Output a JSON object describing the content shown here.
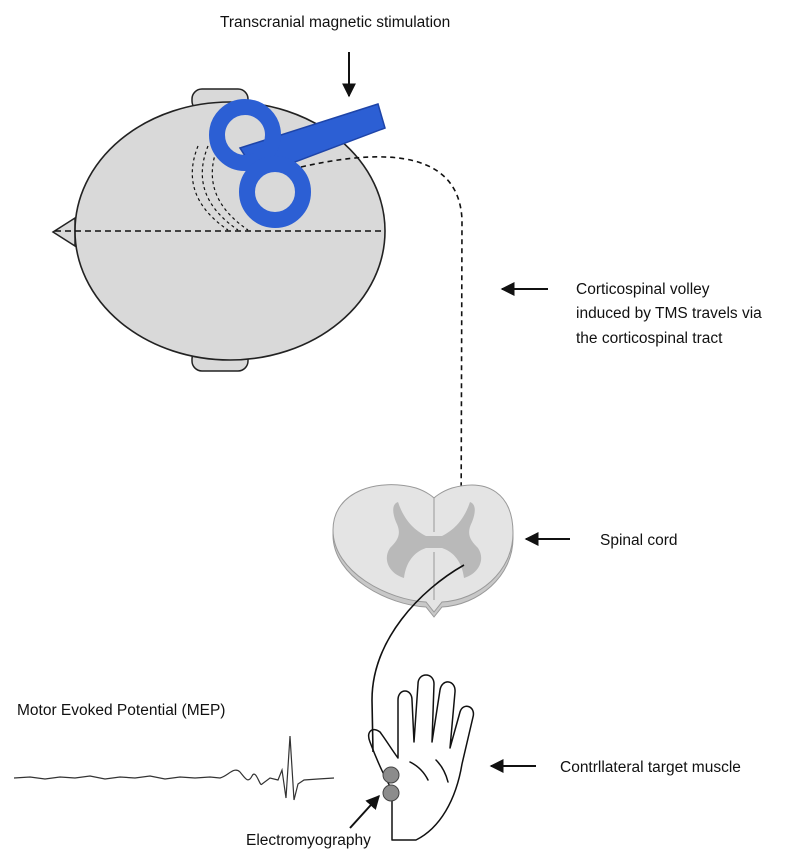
{
  "labels": {
    "tms": "Transcranial magnetic stimulation",
    "volley_line1": "Corticospinal volley",
    "volley_line2": "induced by TMS travels via",
    "volley_line3": "the corticospinal tract",
    "spinal_cord": "Spinal cord",
    "mep": "Motor Evoked Potential (MEP)",
    "target_muscle": "Contrllateral target muscle",
    "emg": "Electromyography"
  },
  "colors": {
    "coil": "#2c5fd4",
    "coil_stroke": "#1e44a8",
    "head_fill": "#d9d9d9",
    "cord_fill": "#e4e4e4",
    "grey_matter": "#b9b9b9",
    "line": "#111111"
  },
  "icons": {
    "tms_coil": "figure-8-coil",
    "head": "head-top-view",
    "spinal_cord": "spinal-cord-cross-section",
    "hand": "hand-outline",
    "electrodes": "emg-electrodes",
    "mep_trace": "emg-waveform"
  }
}
